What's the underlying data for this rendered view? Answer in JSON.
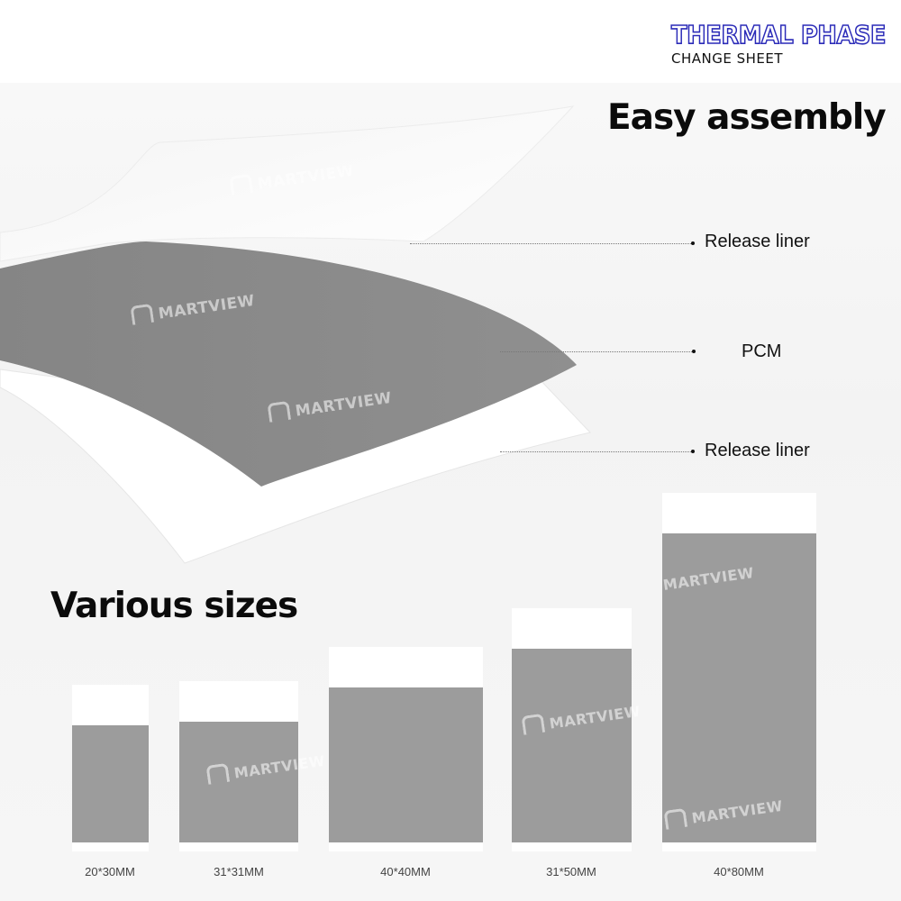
{
  "brand": {
    "title": "THERMAL PHASE",
    "subtitle": "CHANGE SHEET",
    "title_color": "#2b2bb8"
  },
  "assembly": {
    "heading": "Easy assembly",
    "callouts": [
      {
        "label": "Release liner"
      },
      {
        "label": "PCM"
      },
      {
        "label": "Release liner"
      }
    ]
  },
  "sizes": {
    "heading": "Various sizes",
    "items": [
      {
        "label": "20*30MM"
      },
      {
        "label": "31*31MM"
      },
      {
        "label": "40*40MM"
      },
      {
        "label": "31*50MM"
      },
      {
        "label": "40*80MM"
      }
    ]
  },
  "watermark": {
    "text": "MARTVIEW",
    "icon": "martview-logo-icon"
  },
  "colors": {
    "pcm_gray": "#8a8a8a",
    "pad_gray": "#9c9c9c",
    "liner_white": "#ffffff"
  }
}
